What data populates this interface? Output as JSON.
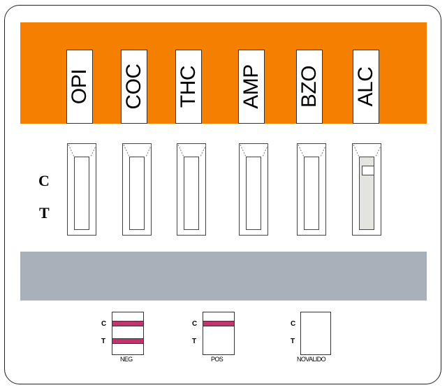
{
  "drug_panels": [
    {
      "label": "OPI",
      "control_line": false
    },
    {
      "label": "COC",
      "control_line": false
    },
    {
      "label": "THC",
      "control_line": false
    },
    {
      "label": "AMP",
      "control_line": false
    },
    {
      "label": "BZO",
      "control_line": false
    },
    {
      "label": "ALC",
      "control_line": true
    }
  ],
  "side_letters": {
    "c": "C",
    "t": "T"
  },
  "legend": [
    {
      "c": "C",
      "t": "T",
      "caption": "NEG",
      "c_line": true,
      "t_line": true
    },
    {
      "c": "C",
      "t": "T",
      "caption": "POS",
      "c_line": true,
      "t_line": false
    },
    {
      "c": "C",
      "t": "T",
      "caption": "NOVALIDO",
      "c_line": false,
      "t_line": false
    }
  ],
  "colors": {
    "orange": "#f47f00",
    "band": "#a8b1ba",
    "line": "#c4336e"
  }
}
